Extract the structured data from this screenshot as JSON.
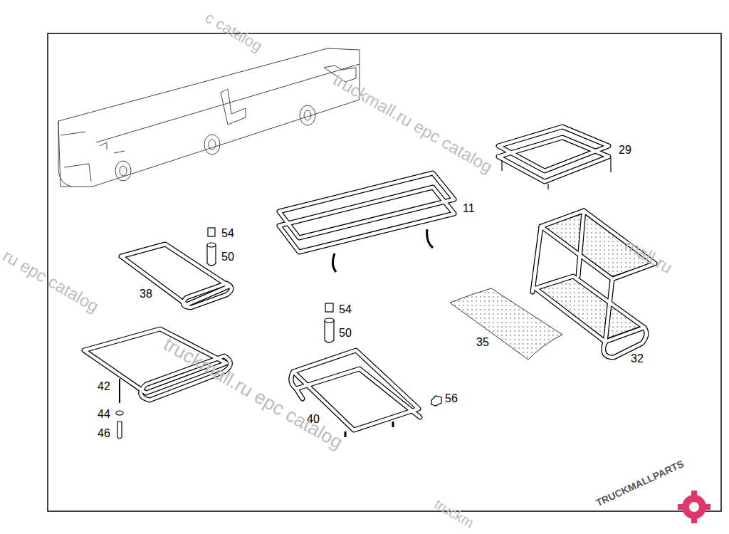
{
  "diagram": {
    "labels": [
      "29",
      "11",
      "54",
      "50",
      "38",
      "35",
      "32",
      "54",
      "50",
      "42",
      "40",
      "56",
      "44",
      "46",
      "c catalog",
      "truckmall.ru epc catalog",
      "mall.ru",
      "ru epc catalog",
      "truckmall.ru epc catalog",
      "truckm",
      "TRUCKMALLPARTS"
    ]
  }
}
